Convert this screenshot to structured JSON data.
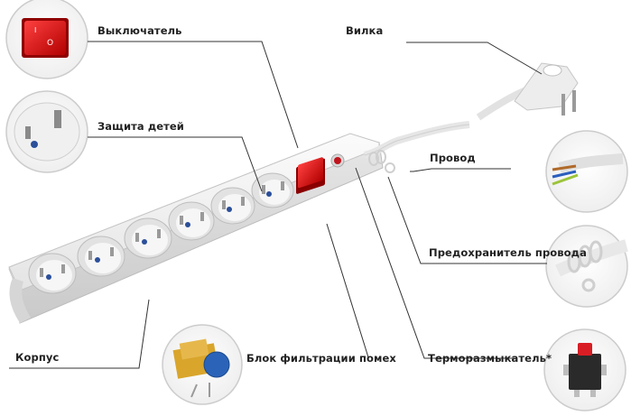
{
  "labels": {
    "switch": "Выключатель",
    "plug": "Вилка",
    "child_protection": "Защита детей",
    "cord": "Провод",
    "cord_protector": "Предохранитель провода",
    "housing": "Корпус",
    "filter_block": "Блок фильтрации помех",
    "thermal_breaker": "Терморазмыкатель*"
  },
  "colors": {
    "switch_red": "#d8141c",
    "leader_line": "#333333",
    "body_white": "#f3f3f3",
    "circle_stroke": "#c8c8c8"
  }
}
